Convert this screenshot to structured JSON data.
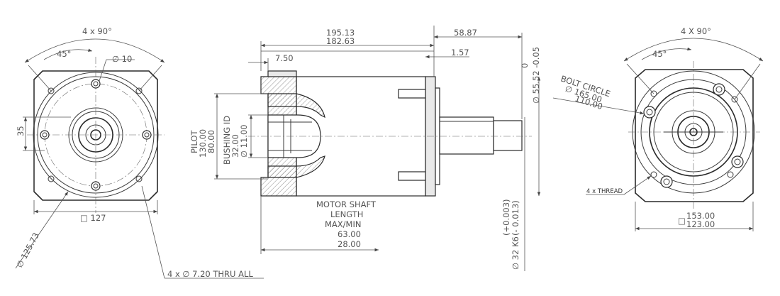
{
  "left_view": {
    "angle_total": "4 x 90°",
    "angle_45": "45°",
    "diameter_10": "∅ 10",
    "dim_35": "35",
    "square_127": "□ 127",
    "bolt_circle": "∅ 125.73",
    "holes_note": "4 x ∅ 7.20 THRU ALL"
  },
  "side_view": {
    "length_top": "195.13",
    "length_second": "182.63",
    "flange_7_50": "7.50",
    "shaft_58_87": "58.87",
    "shoulder_1_57": "1.57",
    "pilot_label": "PILOT",
    "pilot_max": "130.00",
    "pilot_min": "80.00",
    "bushing_label": "BUSHING ID",
    "bushing_max": "32.00",
    "bushing_min": "∅ 11.00",
    "motor_shaft_1": "MOTOR SHAFT",
    "motor_shaft_2": "LENGTH",
    "motor_shaft_3": "MAX/MIN",
    "motor_shaft_max": "63.00",
    "motor_shaft_min": "28.00",
    "tol_zero": "0",
    "shaft_dia_55": "∅ 55.52 -0.05",
    "tol_plus": "(+0.003)",
    "tol_minus": "(- 0.013)",
    "output_shaft": "∅ 32 K6"
  },
  "right_view": {
    "angle_total": "4 X 90°",
    "angle_45": "45°",
    "bolt_circle_label": "BOLT CIRCLE",
    "bolt_circle_max": "∅ 165.00",
    "bolt_circle_min": "110.00",
    "thread_note": "4 x THREAD",
    "square_max": "153.00",
    "square_min": "123.00",
    "square_symbol": "□"
  }
}
